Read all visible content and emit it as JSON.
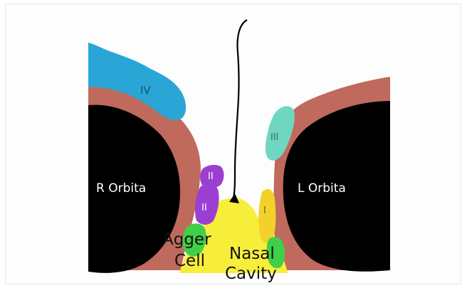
{
  "diagram": {
    "labels": {
      "right_orbit": "R Orbita",
      "left_orbit": "L Orbita",
      "cell_iv": "IV",
      "cell_iii": "III",
      "cell_ii_upper": "II",
      "cell_ii_lower": "II",
      "cell_i": "I",
      "agger_line1": "Agger",
      "agger_line2": "Cell",
      "nasal_line1": "Nasal",
      "nasal_line2": "Cavity"
    },
    "colors": {
      "bone": "#bf6a5c",
      "orbit": "#000000",
      "cell_iv": "#2aa6d6",
      "cell_iii": "#6fd7c1",
      "cell_ii": "#9b3fd2",
      "cell_i": "#f2d22a",
      "agger_cell": "#3fcf48",
      "nasal_cavity": "#f7ee3c",
      "septum": "#000000"
    }
  }
}
